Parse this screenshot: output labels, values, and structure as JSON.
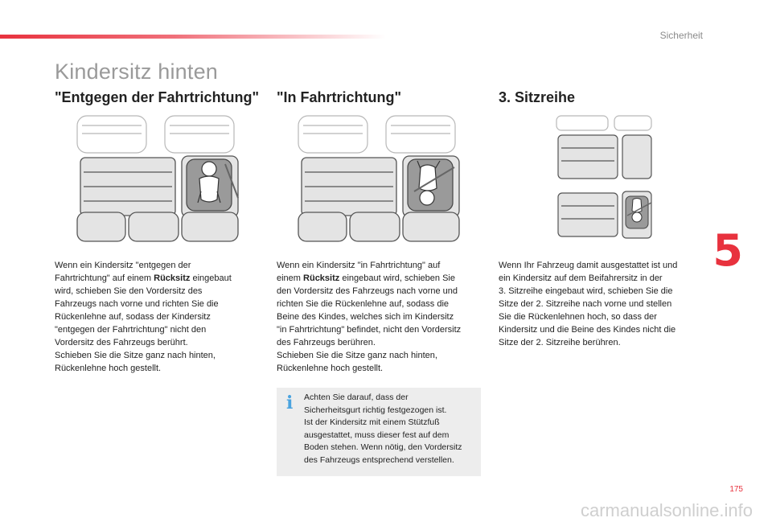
{
  "header": {
    "section_title": "Sicherheit"
  },
  "page": {
    "title": "Kindersitz hinten",
    "chapter_number": "5",
    "page_number": "175",
    "watermark": "carmanualsonline.info"
  },
  "columns": [
    {
      "heading": "\"Entgegen der Fahrtrichtung\"",
      "body": [
        {
          "text": "Wenn ein Kindersitz \"entgegen der\nFahrtrichtung\" auf einem "
        },
        {
          "text": "Rücksitz",
          "bold": true
        },
        {
          "text": " eingebaut\nwird, schieben Sie den Vordersitz des\nFahrzeugs nach vorne und richten Sie die\nRückenlehne auf, sodass der Kindersitz\n\"entgegen der Fahrtrichtung\" nicht den\nVordersitz des Fahrzeugs berührt.\nSchieben Sie die Sitze ganz nach hinten,\nRückenlehne hoch gestellt."
        }
      ]
    },
    {
      "heading": "\"In Fahrtrichtung\"",
      "body": [
        {
          "text": "Wenn ein Kindersitz \"in Fahrtrichtung\" auf\neinem "
        },
        {
          "text": "Rücksitz",
          "bold": true
        },
        {
          "text": " eingebaut wird, schieben Sie\nden Vordersitz des Fahrzeugs nach vorne und\nrichten Sie die Rückenlehne auf, sodass die\nBeine des Kindes, welches sich im Kindersitz\n\"in Fahrtrichtung\" befindet, nicht den Vordersitz\ndes Fahrzeugs berühren.\nSchieben Sie die Sitze ganz nach hinten,\nRückenlehne hoch gestellt."
        }
      ]
    },
    {
      "heading": "3. Sitzreihe",
      "body": [
        {
          "text": "Wenn Ihr Fahrzeug damit ausgestattet ist und\nein Kindersitz auf dem Beifahrersitz in der\n3. Sitzreihe eingebaut wird, schieben Sie die\nSitze der 2. Sitzreihe nach vorne und stellen\nSie die Rückenlehnen hoch, so dass der\nKindersitz und die Beine des Kindes nicht die\nSitze der 2. Sitzreihe berühren."
        }
      ]
    }
  ],
  "note": {
    "icon": "info-icon",
    "icon_glyph": "i",
    "text": "Achten Sie darauf, dass der\nSicherheitsgurt richtig festgezogen ist.\nIst der Kindersitz mit einem Stützfuß\nausgestattet, muss dieser fest auf dem\nBoden stehen. Wenn nötig, den Vordersitz\ndes Fahrzeugs entsprechend verstellen."
  },
  "colors": {
    "accent": "#e8323e",
    "info": "#4aa3df",
    "note_bg": "#ededed",
    "title_gray": "#9a9a9a"
  }
}
